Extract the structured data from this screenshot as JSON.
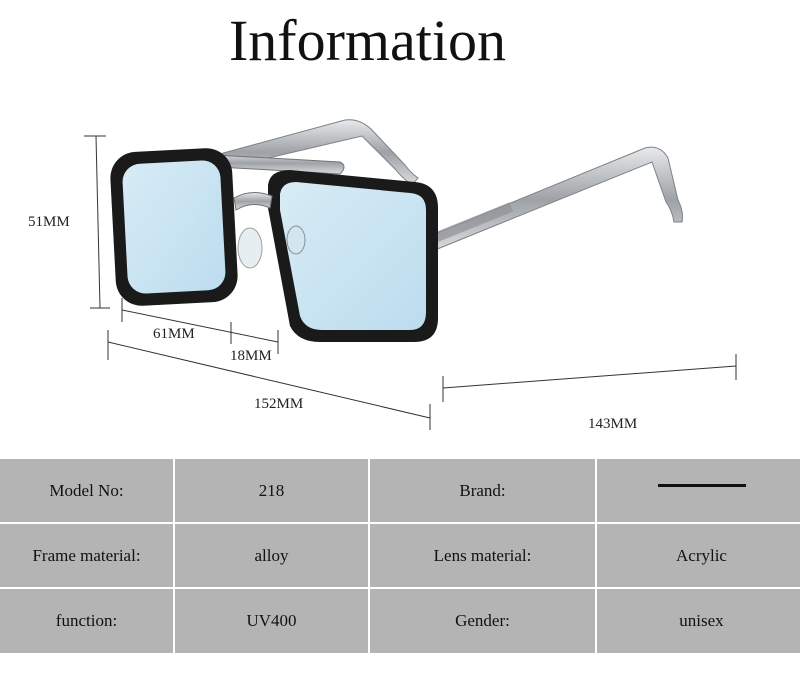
{
  "page": {
    "title": "Information"
  },
  "dimensions": {
    "height": "51MM",
    "lens_width": "61MM",
    "bridge": "18MM",
    "frame_width": "152MM",
    "temple_length": "143MM"
  },
  "specs": {
    "rows": [
      {
        "label1": "Model No:",
        "value1": "218",
        "label2": "Brand:",
        "value2": ""
      },
      {
        "label1": "Frame material:",
        "value1": "alloy",
        "label2": "Lens material:",
        "value2": "Acrylic"
      },
      {
        "label1": "function:",
        "value1": "UV400",
        "label2": "Gender:",
        "value2": "unisex"
      }
    ]
  },
  "colors": {
    "table_cell": "#b4b4b4",
    "lens_tint": "#cfe6f2",
    "frame": "#1a1a1a",
    "metal": "#b9bcc0"
  }
}
